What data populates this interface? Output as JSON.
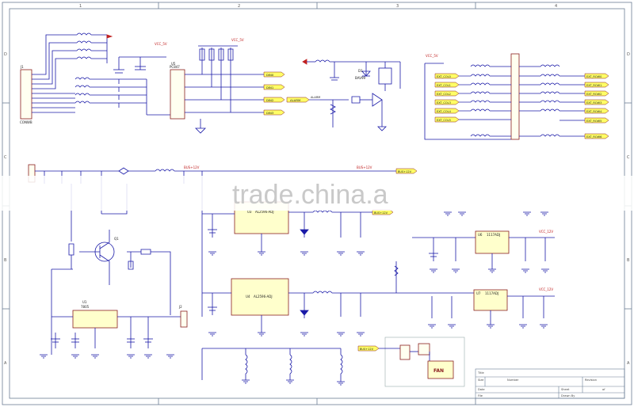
{
  "border": {
    "cols": [
      "1",
      "2",
      "3",
      "4"
    ],
    "rows": [
      "D",
      "C",
      "B",
      "A"
    ]
  },
  "watermark": "trade.china.a",
  "power_labels": {
    "vcc_5v_a": "VCC_5V",
    "vcc_5v_b": "VCC_5V",
    "vcc_5v_c": "VCC_5V",
    "bus_12v": "BUS+12V",
    "bus_12v_b": "BUS+12V",
    "vcc_12v": "VCC_12V",
    "vcc_12v_b": "VCC_12V"
  },
  "components": {
    "j1": "J1",
    "conwb": "CONWB",
    "u5": "U5",
    "u5_part": "PC847",
    "u3": "U3",
    "u3_part": "AL2596-ADJ",
    "u4": "U4",
    "u4_part": "AL2596-ADJ",
    "u6": "U6",
    "u6_part": "1117ADJ",
    "u7": "U7",
    "u7_part": "1117ADJ",
    "u1": "U1",
    "u1_part": "7805",
    "q1": "Q1",
    "j2": "J2",
    "d1": "D1",
    "d1_part": "BAV99",
    "fan": "FAN"
  },
  "net_tags": {
    "left_group": [
      "DIN0",
      "DIN1",
      "DIN2",
      "DIN3"
    ],
    "alarm": "ALARM",
    "relay_left": [
      "EXT_COL0",
      "EXT_COL1",
      "EXT_COL2",
      "EXT_COL3",
      "EXT_COL4",
      "EXT_COL5"
    ],
    "relay_right": [
      "EXT_ROW0",
      "EXT_ROW1",
      "EXT_ROW2",
      "EXT_ROW3",
      "EXT_ROW4",
      "EXT_ROW5",
      "EXT_ROW6"
    ],
    "bus_tag": "BUS+12V",
    "fan_tag": "BUS+12V"
  },
  "title_block": {
    "title_label": "Title",
    "size_label": "Size",
    "number_label": "Number",
    "revision_label": "Revision",
    "date_label": "Date",
    "file_label": "File",
    "sheet_label": "Sheet",
    "of_label": "of",
    "drawn_label": "Drawn By"
  }
}
